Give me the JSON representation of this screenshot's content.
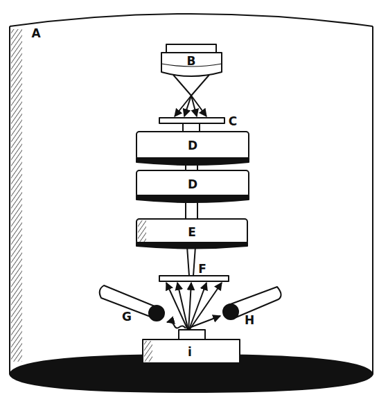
{
  "diagram": {
    "labels": [
      "A",
      "B",
      "C",
      "D",
      "D",
      "E",
      "F",
      "G",
      "H",
      "i"
    ]
  }
}
